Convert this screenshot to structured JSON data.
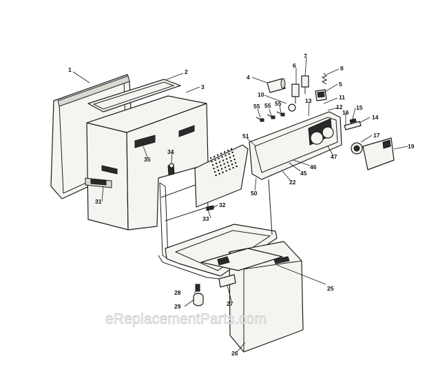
{
  "diagram": {
    "watermark": "eReplacementParts.com",
    "callouts": [
      "1",
      "2",
      "3",
      "4",
      "5",
      "6",
      "7",
      "8",
      "10",
      "11",
      "12",
      "13",
      "14",
      "15",
      "16",
      "17",
      "19",
      "22",
      "25",
      "26",
      "27",
      "28",
      "29",
      "31",
      "32",
      "33",
      "34",
      "35",
      "45",
      "46",
      "47",
      "50",
      "51",
      "55",
      "55",
      "55"
    ]
  }
}
